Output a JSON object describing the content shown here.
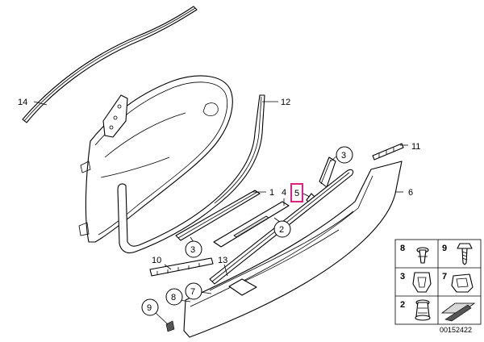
{
  "callouts": {
    "c14": "14",
    "c12": "12",
    "c11": "11",
    "c3a": "3",
    "c1": "1",
    "c4": "4",
    "c5": "5",
    "c6": "6",
    "c2": "2",
    "c3b": "3",
    "c10": "10",
    "c13": "13",
    "c8": "8",
    "c7": "7",
    "c9": "9"
  },
  "legend": {
    "n8": "8",
    "n9": "9",
    "n3": "3",
    "n7": "7",
    "n2": "2"
  },
  "document_number": "00152422",
  "colors": {
    "highlight": "#e0208a",
    "line": "#000000",
    "background": "#ffffff"
  }
}
